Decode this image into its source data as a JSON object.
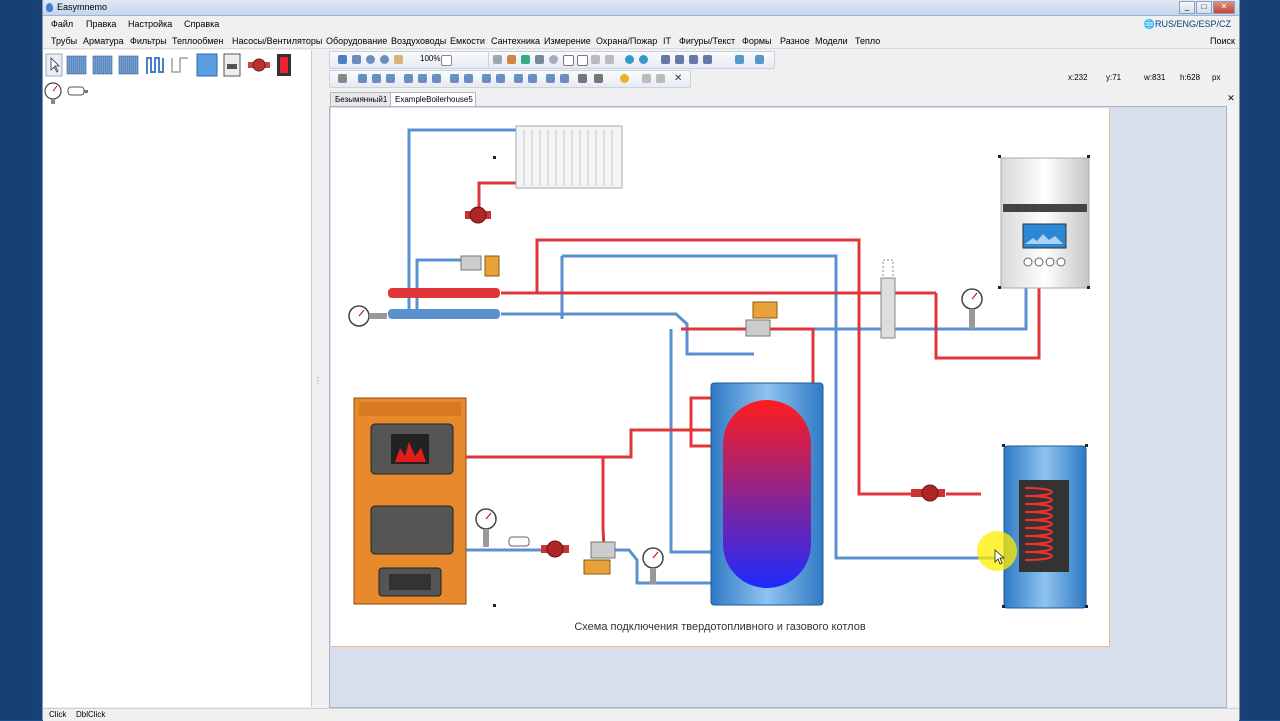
{
  "window": {
    "title": "Easymnemo",
    "buttons": [
      "_",
      "□",
      "✕"
    ]
  },
  "menu": [
    "Файл",
    "Правка",
    "Настройка",
    "Справка"
  ],
  "language": "RUS/ENG/ESP/CZ",
  "categories": [
    "Трубы",
    "Арматура",
    "Фильтры",
    "Теплообмен",
    "Насосы/Вентиляторы",
    "Оборудование",
    "Воздуховоды",
    "Емкости",
    "Сантехника",
    "Измерение",
    "Охрана/Пожар",
    "IT",
    "Фигуры/Текст",
    "Формы",
    "Разное",
    "Модели",
    "Тепло"
  ],
  "search_label": "Поиск",
  "toolbar": {
    "zoom": "100%"
  },
  "coords": {
    "x": "x:232",
    "y": "y:71",
    "w": "w:831",
    "h": "h:628",
    "unit": "px"
  },
  "tabs": [
    "Безымянный1",
    "ExampleBoilerhouse5"
  ],
  "diagram": {
    "caption": "Схема подключения твердотопливного и газового котлов"
  },
  "status": [
    "Click",
    "DblClick"
  ],
  "colors": {
    "hot_pipe": "#e0353a",
    "cold_pipe": "#5a8fd0",
    "boiler_body": "#e8892e",
    "tank": "#3d8fd6"
  }
}
